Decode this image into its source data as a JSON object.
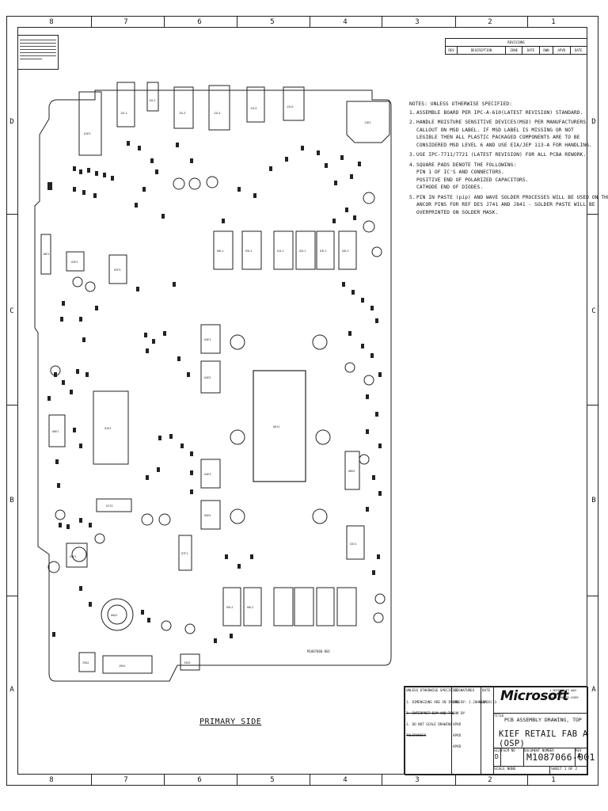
{
  "sheet": {
    "zones_top": [
      "8",
      "7",
      "6",
      "5",
      "4",
      "3",
      "2",
      "1"
    ],
    "zones_bottom": [
      "8",
      "7",
      "6",
      "5",
      "4",
      "3",
      "2",
      "1"
    ],
    "zones_side": [
      "D",
      "C",
      "B",
      "A"
    ]
  },
  "revisions": {
    "title": "REVISIONS",
    "headers": [
      "REV",
      "DESCRIPTION",
      "ZONE",
      "DATE",
      "DWN",
      "APVD",
      "DATE"
    ]
  },
  "board": {
    "ic_labels": [
      "U1E3",
      "J2L1",
      "J2L2",
      "J2L3",
      "J2L4",
      "J2L5",
      "J2L6",
      "J1R1",
      "U2E1",
      "U3F4",
      "U6E1",
      "U7F1",
      "U9E1",
      "J8E1",
      "U1G1",
      "U4E1",
      "U4E2",
      "U4E3",
      "U5H1",
      "U6H2",
      "U3J1",
      "U6J1",
      "U7J3",
      "U6L1",
      "U5L1",
      "U1L1",
      "U2L1",
      "U3L1",
      "U4L1",
      "U5L2",
      "U6L2",
      "J9A1",
      "J9A2",
      "J9A3",
      "U6A1"
    ],
    "pcb_number": "M1087068-001",
    "label": "PRIMARY SIDE"
  },
  "notes": {
    "heading": "NOTES: UNLESS OTHERWISE SPECIFIED:",
    "items": [
      {
        "num": "1.",
        "lines": [
          "ASSEMBLE BOARD PER IPC-A-610(LATEST REVISION) STANDARD."
        ]
      },
      {
        "num": "2.",
        "lines": [
          "HANDLE MOISTURE SENSITIVE DEVICES(MSD) PER MANUFACTURERS",
          "CALLOUT ON MSD LABEL. IF MSD LABEL IS MISSING OR NOT",
          "LEGIBLE THEN ALL PLASTIC PACKAGED COMPONENTS ARE TO BE",
          "CONSIDERED MSD LEVEL 6 AND USE EIA/JEP 113-A FOR HANDLING."
        ]
      },
      {
        "num": "3.",
        "lines": [
          "USE IPC-7711/7721 (LATEST REVISION) FOR ALL PCBA REWORK."
        ]
      },
      {
        "num": "4.",
        "lines": [
          "SQUARE PADS DENOTE THE FOLLOWING:",
          "PIN 1 OF IC'S AND CONNECTORS.",
          "POSITIVE END OF POLARIZED CAPACITORS.",
          "CATHODE END OF DIODES."
        ]
      },
      {
        "num": "5.",
        "lines": [
          "PIN IN PASTE (pip) AND WAVE SOLDER PROCESSES WILL BE USED ON THE",
          "ANCOR PINS FOR REF DES J741 AND J841 - SOLDER PASTE WILL BE",
          "OVERPRINTED ON SOLDER MASK."
        ]
      }
    ]
  },
  "title_block": {
    "company": "Microsoft",
    "address": [
      "1 MICROSOFT WAY",
      "REDMOND",
      "WASH. 98052-6399"
    ],
    "title_label": "TITLE",
    "title_line1": "PCB ASSEMBLY DRAWING, TOP",
    "title_line2": "KIEF RETAIL FAB A (OSP)",
    "size_label": "SIZE",
    "size": "D",
    "fscm_label": "FSCM NO",
    "dwg_label": "DOCUMENT NUMBER",
    "dwg_no": "M1087066-001",
    "rev_label": "REV",
    "rev": "A",
    "scale": "SCALE  NONE",
    "sheet": "SHEET  1  OF  2",
    "unless_label": "UNLESS OTHERWISE SPECIFIED",
    "signatures_label": "SIGNATURES",
    "date_label": "DATE",
    "dim_note": "1. DIMENSIONS ARE IN INCHES",
    "drawn_by": "DRN BY: J.JOHNSON",
    "drawn_date": "04/19/13",
    "interpret": "2. INTERPRET DIM AND TOL",
    "do_not_scale": "3. DO NOT SCALE DRAWING",
    "chk_by": "CHK BY",
    "apvd1": "APVD",
    "apvd2": "APVD",
    "apvd3": "APVD",
    "tol_label": "TOLERANCES"
  }
}
